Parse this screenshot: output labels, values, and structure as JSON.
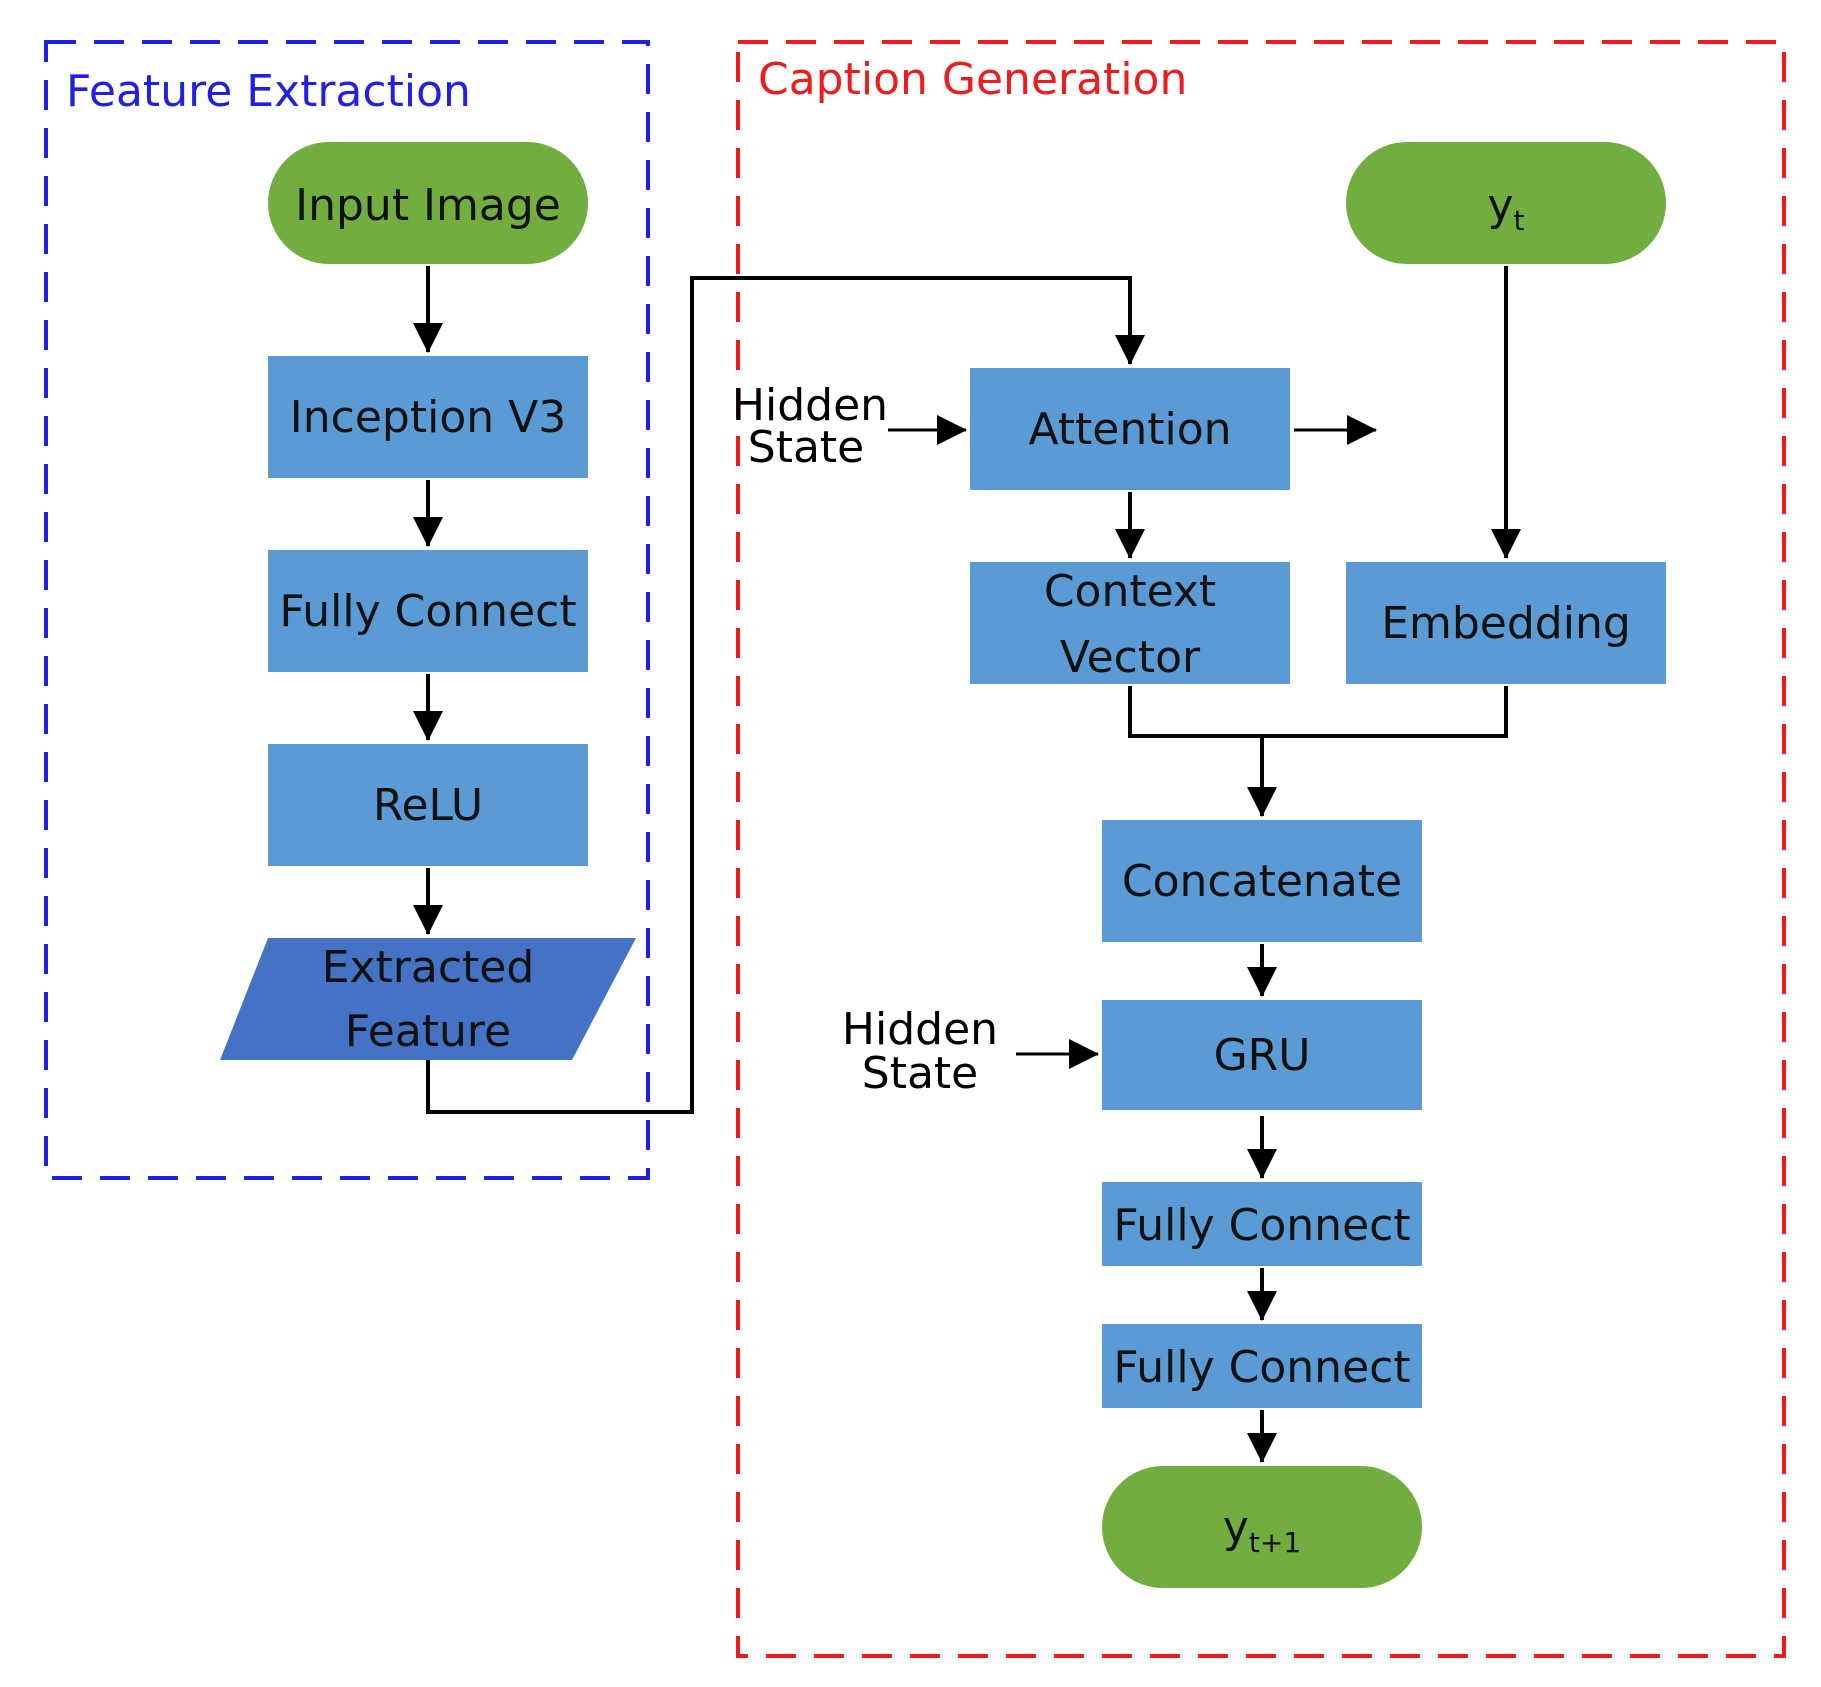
{
  "colors": {
    "feature_group_border": "#1f1fe6",
    "caption_group_border": "#ee1c1c",
    "terminal_fill": "#72ad40",
    "process_fill": "#5b9bd5",
    "data_fill": "#4472c4",
    "arrow": "#000000",
    "text": "#111111"
  },
  "groups": {
    "feature_extraction": {
      "title": "Feature Extraction"
    },
    "caption_generation": {
      "title": "Caption Generation"
    }
  },
  "nodes": {
    "input_image": {
      "label": "Input Image"
    },
    "inception_v3": {
      "label": "Inception V3"
    },
    "fully_connect_1": {
      "label": "Fully Connect"
    },
    "relu": {
      "label": "ReLU"
    },
    "extracted_feature": {
      "line1": "Extracted",
      "line2": "Feature"
    },
    "y_t": {
      "base": "y",
      "sub": "t"
    },
    "attention": {
      "label": "Attention"
    },
    "context_vector": {
      "line1": "Context",
      "line2": "Vector"
    },
    "embedding": {
      "label": "Embedding"
    },
    "concatenate": {
      "label": "Concatenate"
    },
    "gru": {
      "label": "GRU"
    },
    "fully_connect_2": {
      "label": "Fully Connect"
    },
    "fully_connect_3": {
      "label": "Fully Connect"
    },
    "y_t1": {
      "base": "y",
      "sub": "t+1"
    }
  },
  "labels": {
    "hidden_state_attention": {
      "line1": "Hidden",
      "line2": "State"
    },
    "hidden_state_gru": {
      "line1": "Hidden",
      "line2": "State"
    }
  }
}
